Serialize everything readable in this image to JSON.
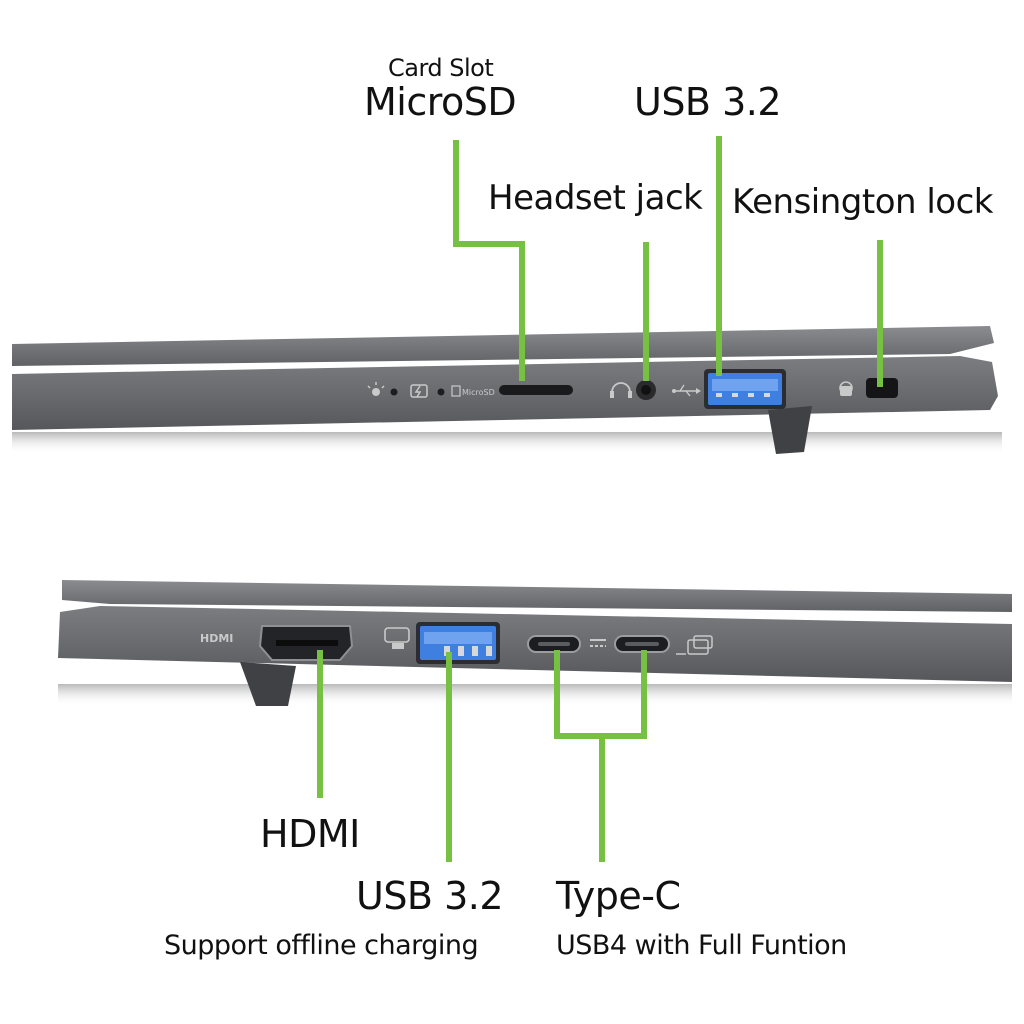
{
  "colors": {
    "accent": "#76c043",
    "chassis": "#6b6d71",
    "chassis_dark": "#4a4c50",
    "usb_blue": "#2f6fd6",
    "text": "#111111"
  },
  "top_view": {
    "labels": {
      "card_slot_small": "Card Slot",
      "card_slot_main": "MicroSD",
      "usb_top": "USB 3.2",
      "headset": "Headset jack",
      "kensington": "Kensington lock"
    },
    "port_marks": {
      "microsd": "MicroSD"
    },
    "icons": [
      "power-light-icon",
      "battery-charge-icon",
      "microsd-icon",
      "headset-icon",
      "usb-symbol-icon",
      "lock-icon"
    ]
  },
  "bottom_view": {
    "labels": {
      "hdmi": "HDMI",
      "usb": "USB 3.2",
      "usb_sub": "Support offline charging",
      "typec": "Type-C",
      "typec_sub": "USB4 with Full Funtion"
    },
    "port_marks": {
      "hdmi": "HDMI"
    },
    "icons": [
      "hdmi-logo-icon",
      "usb-charge-icon",
      "thunderbolt-icon",
      "usb-display-icon"
    ]
  }
}
